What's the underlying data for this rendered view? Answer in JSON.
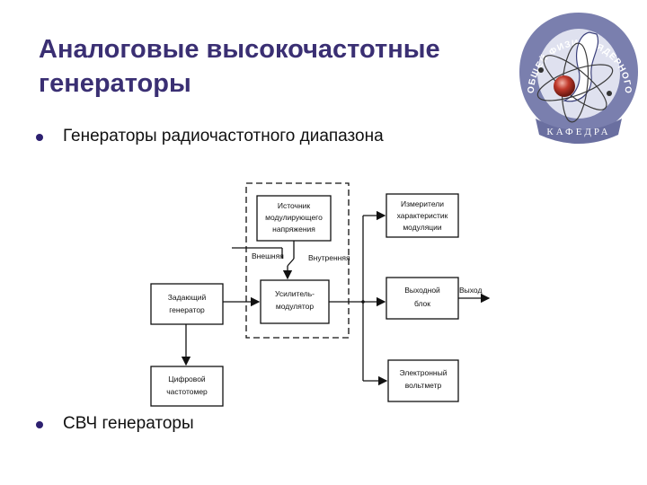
{
  "slide": {
    "title": "Аналоговые высокочастотные генераторы",
    "bullets": [
      "Генераторы радиочастотного диапазона",
      "СВЧ генераторы"
    ]
  },
  "emblem": {
    "ring_text": "ОБЩЕЙ ФИЗИКИ ЯДЕРНОГО СИНТЕЗА",
    "banner_text": "КАФЕДРА",
    "colors": {
      "ring": "#7a7fae",
      "inner": "#dfe1ef",
      "sphere": "#c0392b",
      "orbit": "#3a3a3a"
    }
  },
  "diagram": {
    "blocks": {
      "master_osc": [
        "Задающий",
        "генератор"
      ],
      "mod_source": [
        "Источник",
        "модулирующего",
        "напряжения"
      ],
      "amp_mod": [
        "Усилитель-",
        "модулятор"
      ],
      "mod_meter": [
        "Измерители",
        "характеристик",
        "модуляции"
      ],
      "out_unit": [
        "Выходной",
        "блок"
      ],
      "freq_counter": [
        "Цифровой",
        "частотомер"
      ],
      "voltmeter": [
        "Электронный",
        "вольтметр"
      ]
    },
    "labels": {
      "external": "Внешняя",
      "internal": "Внутренняя",
      "output": "Выход"
    }
  }
}
